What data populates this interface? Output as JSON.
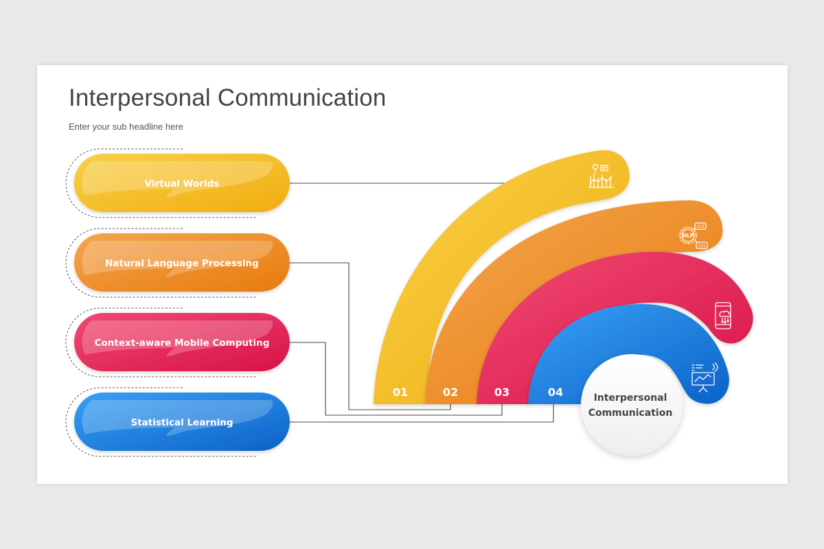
{
  "slide": {
    "title": "Interpersonal Communication",
    "subtitle": "Enter your sub headline here"
  },
  "items": [
    {
      "number": "01",
      "label": "Virtual Worlds",
      "icon": "virtual-world-icon",
      "color": "#f5bd2a"
    },
    {
      "number": "02",
      "label": "Natural Language Processing",
      "icon": "nlp-icon",
      "color": "#ef8f2c"
    },
    {
      "number": "03",
      "label": "Context-aware Mobile Computing",
      "icon": "mobile-cloud-icon",
      "color": "#e8285a"
    },
    {
      "number": "04",
      "label": "Statistical Learning",
      "icon": "presentation-chart-icon",
      "color": "#1f7fe0"
    }
  ],
  "hub": {
    "line1": "Interpersonal",
    "line2": "Communication"
  }
}
